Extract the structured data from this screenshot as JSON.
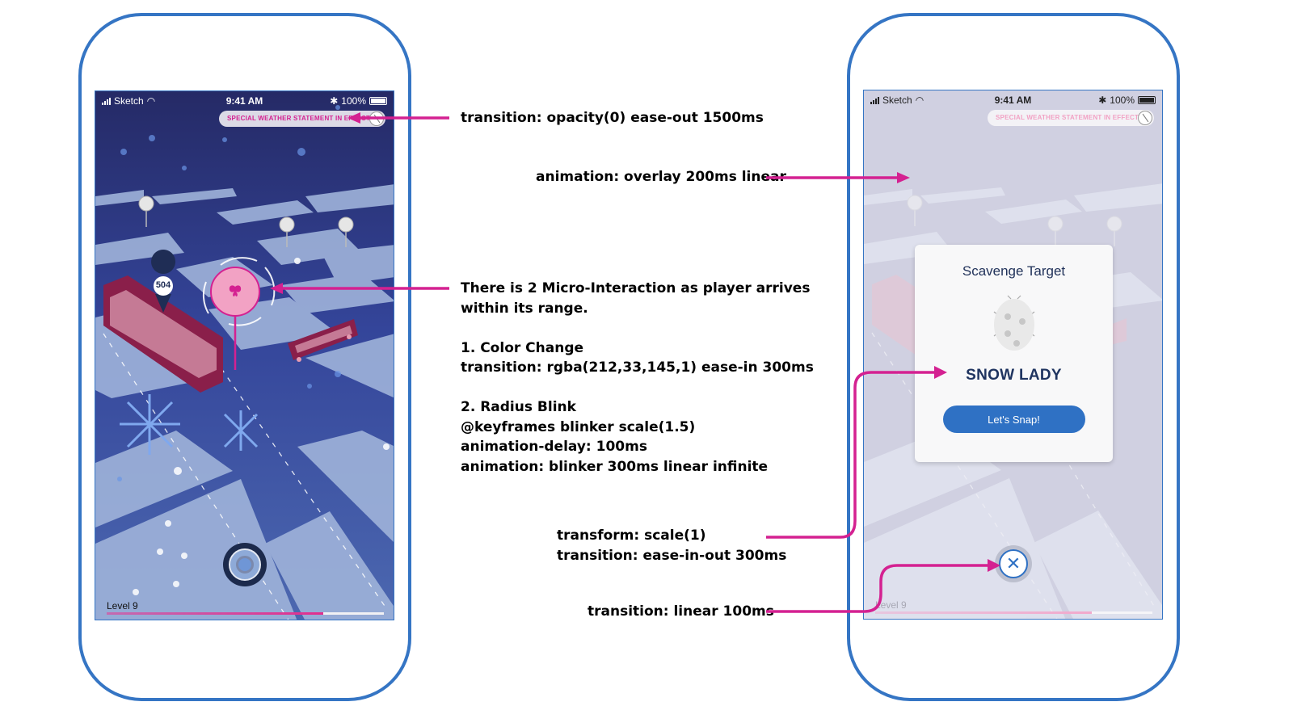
{
  "colors": {
    "frame_blue": "#3575c4",
    "annotation_magenta": "#d42191",
    "map_dark": "#2a3370",
    "target_pink": "#f2a2c4",
    "button_blue": "#2f71c4"
  },
  "left_phone": {
    "statusbar": {
      "carrier": "Sketch",
      "time": "9:41 AM",
      "battery": "100%",
      "icons": [
        "signal-icon",
        "wifi-icon",
        "bluetooth-icon",
        "battery-icon"
      ]
    },
    "weather_banner": "SPECIAL WEATHER STATEMENT IN EFFECT",
    "bus_stop_badge": "504",
    "target_icon": "butterfly-icon",
    "level_label": "Level 9",
    "level_progress": 0.78
  },
  "right_phone": {
    "statusbar": {
      "carrier": "Sketch",
      "time": "9:41 AM",
      "battery": "100%",
      "icons": [
        "signal-icon",
        "wifi-icon",
        "bluetooth-icon",
        "battery-icon"
      ]
    },
    "weather_banner": "SPECIAL WEATHER STATEMENT IN EFFECT",
    "card": {
      "title": "Scavenge Target",
      "creature_icon": "ladybug-silhouette-icon",
      "name": "SNOW LADY",
      "button": "Let's Snap!"
    },
    "close_icon": "close-icon",
    "level_label": "Level 9",
    "level_progress": 0.78
  },
  "annotations": {
    "weather": [
      "transition: opacity(0) ease-out 1500ms"
    ],
    "overlay": [
      "animation: overlay 200ms linear"
    ],
    "micro": [
      "There is 2 Micro-Interaction as player arrives",
      "within its range.",
      "",
      "1. Color Change",
      "transition: rgba(212,33,145,1) ease-in 300ms",
      "",
      "2. Radius Blink",
      "@keyframes blinker scale(1.5)",
      "animation-delay: 100ms",
      "animation: blinker 300ms linear infinite"
    ],
    "card": [
      "transform: scale(1)",
      "transition: ease-in-out 300ms"
    ],
    "close": [
      "transition: linear 100ms"
    ]
  }
}
